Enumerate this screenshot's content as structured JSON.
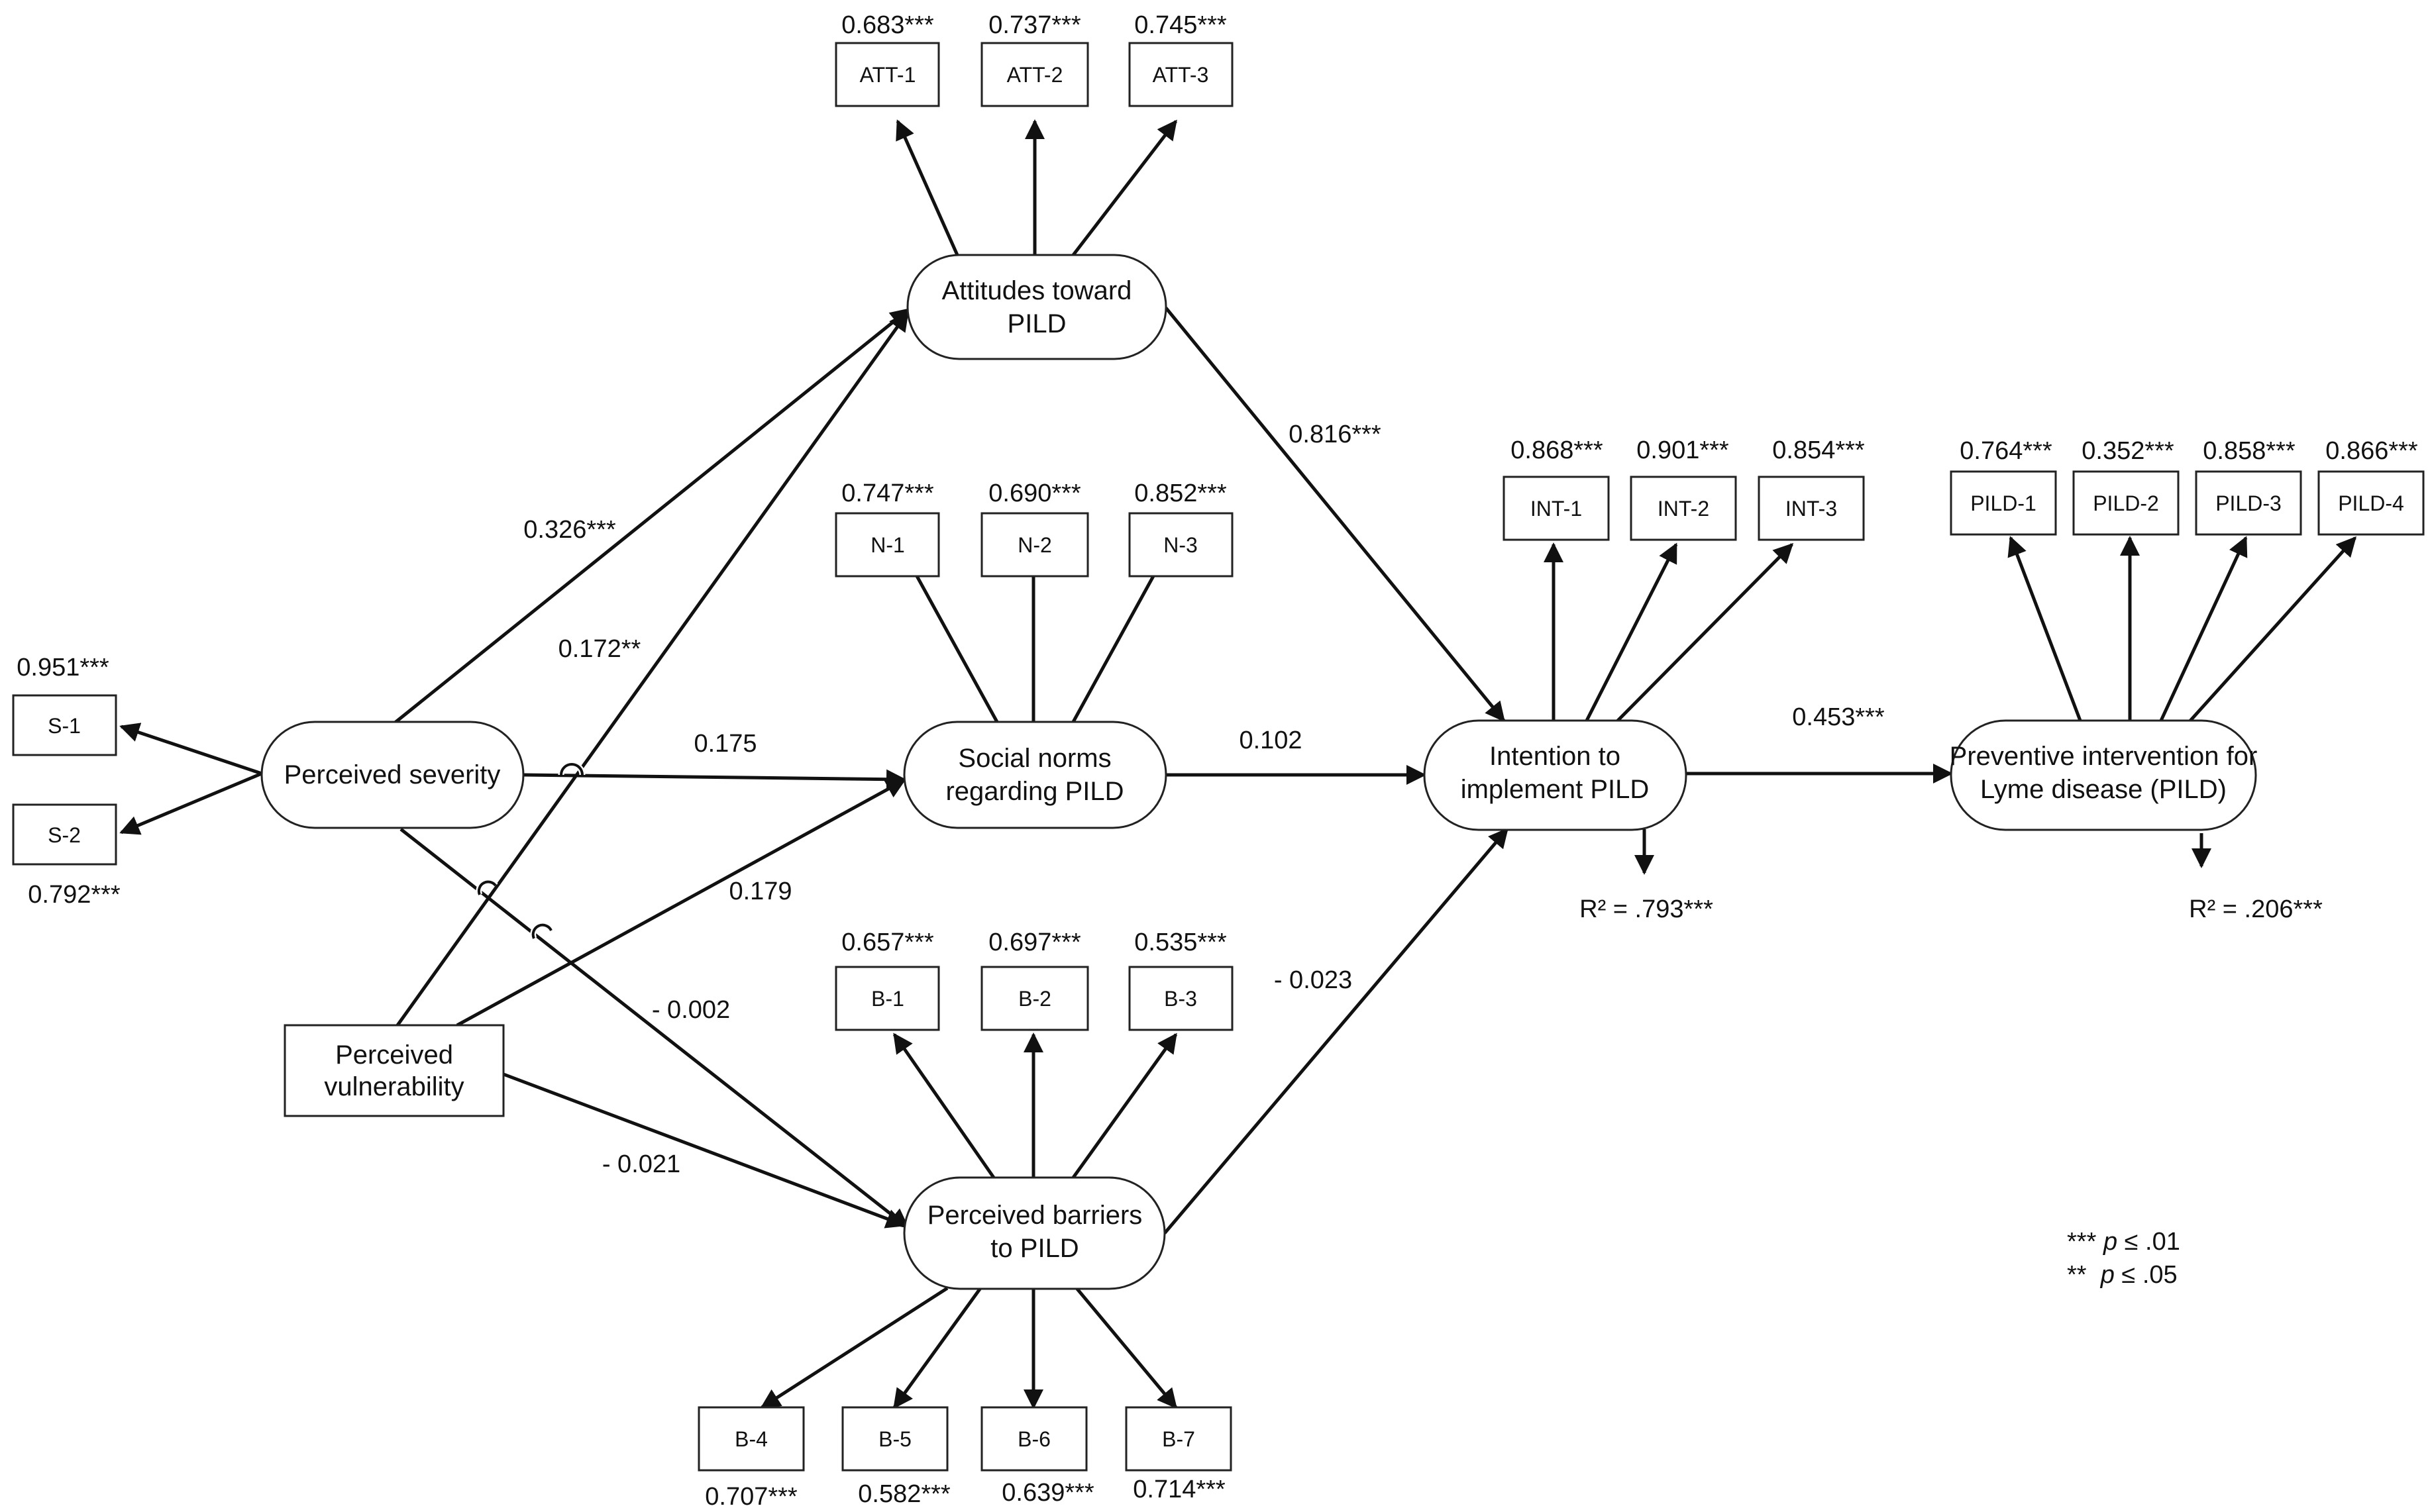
{
  "constructs": {
    "attitudes": {
      "line1": "Attitudes toward",
      "line2": "PILD"
    },
    "norms": {
      "line1": "Social norms",
      "line2": "regarding PILD"
    },
    "barriers": {
      "line1": "Perceived barriers",
      "line2": "to PILD"
    },
    "severity": {
      "line1": "Perceived severity"
    },
    "vulnerability": {
      "line1": "Perceived",
      "line2": "vulnerability"
    },
    "intention": {
      "line1": "Intention to",
      "line2": "implement PILD"
    },
    "pild": {
      "line1": "Preventive intervention for",
      "line2": "Lyme disease (PILD)"
    }
  },
  "indicators": {
    "att": [
      {
        "label": "ATT-1",
        "loading": "0.683***"
      },
      {
        "label": "ATT-2",
        "loading": "0.737***"
      },
      {
        "label": "ATT-3",
        "loading": "0.745***"
      }
    ],
    "n": [
      {
        "label": "N-1",
        "loading": "0.747***"
      },
      {
        "label": "N-2",
        "loading": "0.690***"
      },
      {
        "label": "N-3",
        "loading": "0.852***"
      }
    ],
    "b_top": [
      {
        "label": "B-1",
        "loading": "0.657***"
      },
      {
        "label": "B-2",
        "loading": "0.697***"
      },
      {
        "label": "B-3",
        "loading": "0.535***"
      }
    ],
    "b_bottom": [
      {
        "label": "B-4",
        "loading": "0.707***"
      },
      {
        "label": "B-5",
        "loading": "0.582***"
      },
      {
        "label": "B-6",
        "loading": "0.639***"
      },
      {
        "label": "B-7",
        "loading": "0.714***"
      }
    ],
    "int": [
      {
        "label": "INT-1",
        "loading": "0.868***"
      },
      {
        "label": "INT-2",
        "loading": "0.901***"
      },
      {
        "label": "INT-3",
        "loading": "0.854***"
      }
    ],
    "pild": [
      {
        "label": "PILD-1",
        "loading": "0.764***"
      },
      {
        "label": "PILD-2",
        "loading": "0.352***"
      },
      {
        "label": "PILD-3",
        "loading": "0.858***"
      },
      {
        "label": "PILD-4",
        "loading": "0.866***"
      }
    ],
    "s": [
      {
        "label": "S-1",
        "loading": "0.951***"
      },
      {
        "label": "S-2",
        "loading": "0.792***"
      }
    ]
  },
  "paths": {
    "sev_att": "0.326***",
    "vul_att": "0.172**",
    "sev_norms": "0.175",
    "vul_norms": "0.179",
    "sev_barr": "- 0.002",
    "vul_barr": "- 0.021",
    "att_int": "0.816***",
    "norms_int": "0.102",
    "barr_int": "- 0.023",
    "int_pild": "0.453***"
  },
  "r2": {
    "intention": "R² = .793***",
    "pild": "R² = .206***"
  },
  "legend": {
    "line1_stars": "***",
    "line1_p": "p",
    "line1_rest": "≤ .01",
    "line2_stars": "**",
    "line2_p": "p",
    "line2_rest": "≤ .05"
  }
}
